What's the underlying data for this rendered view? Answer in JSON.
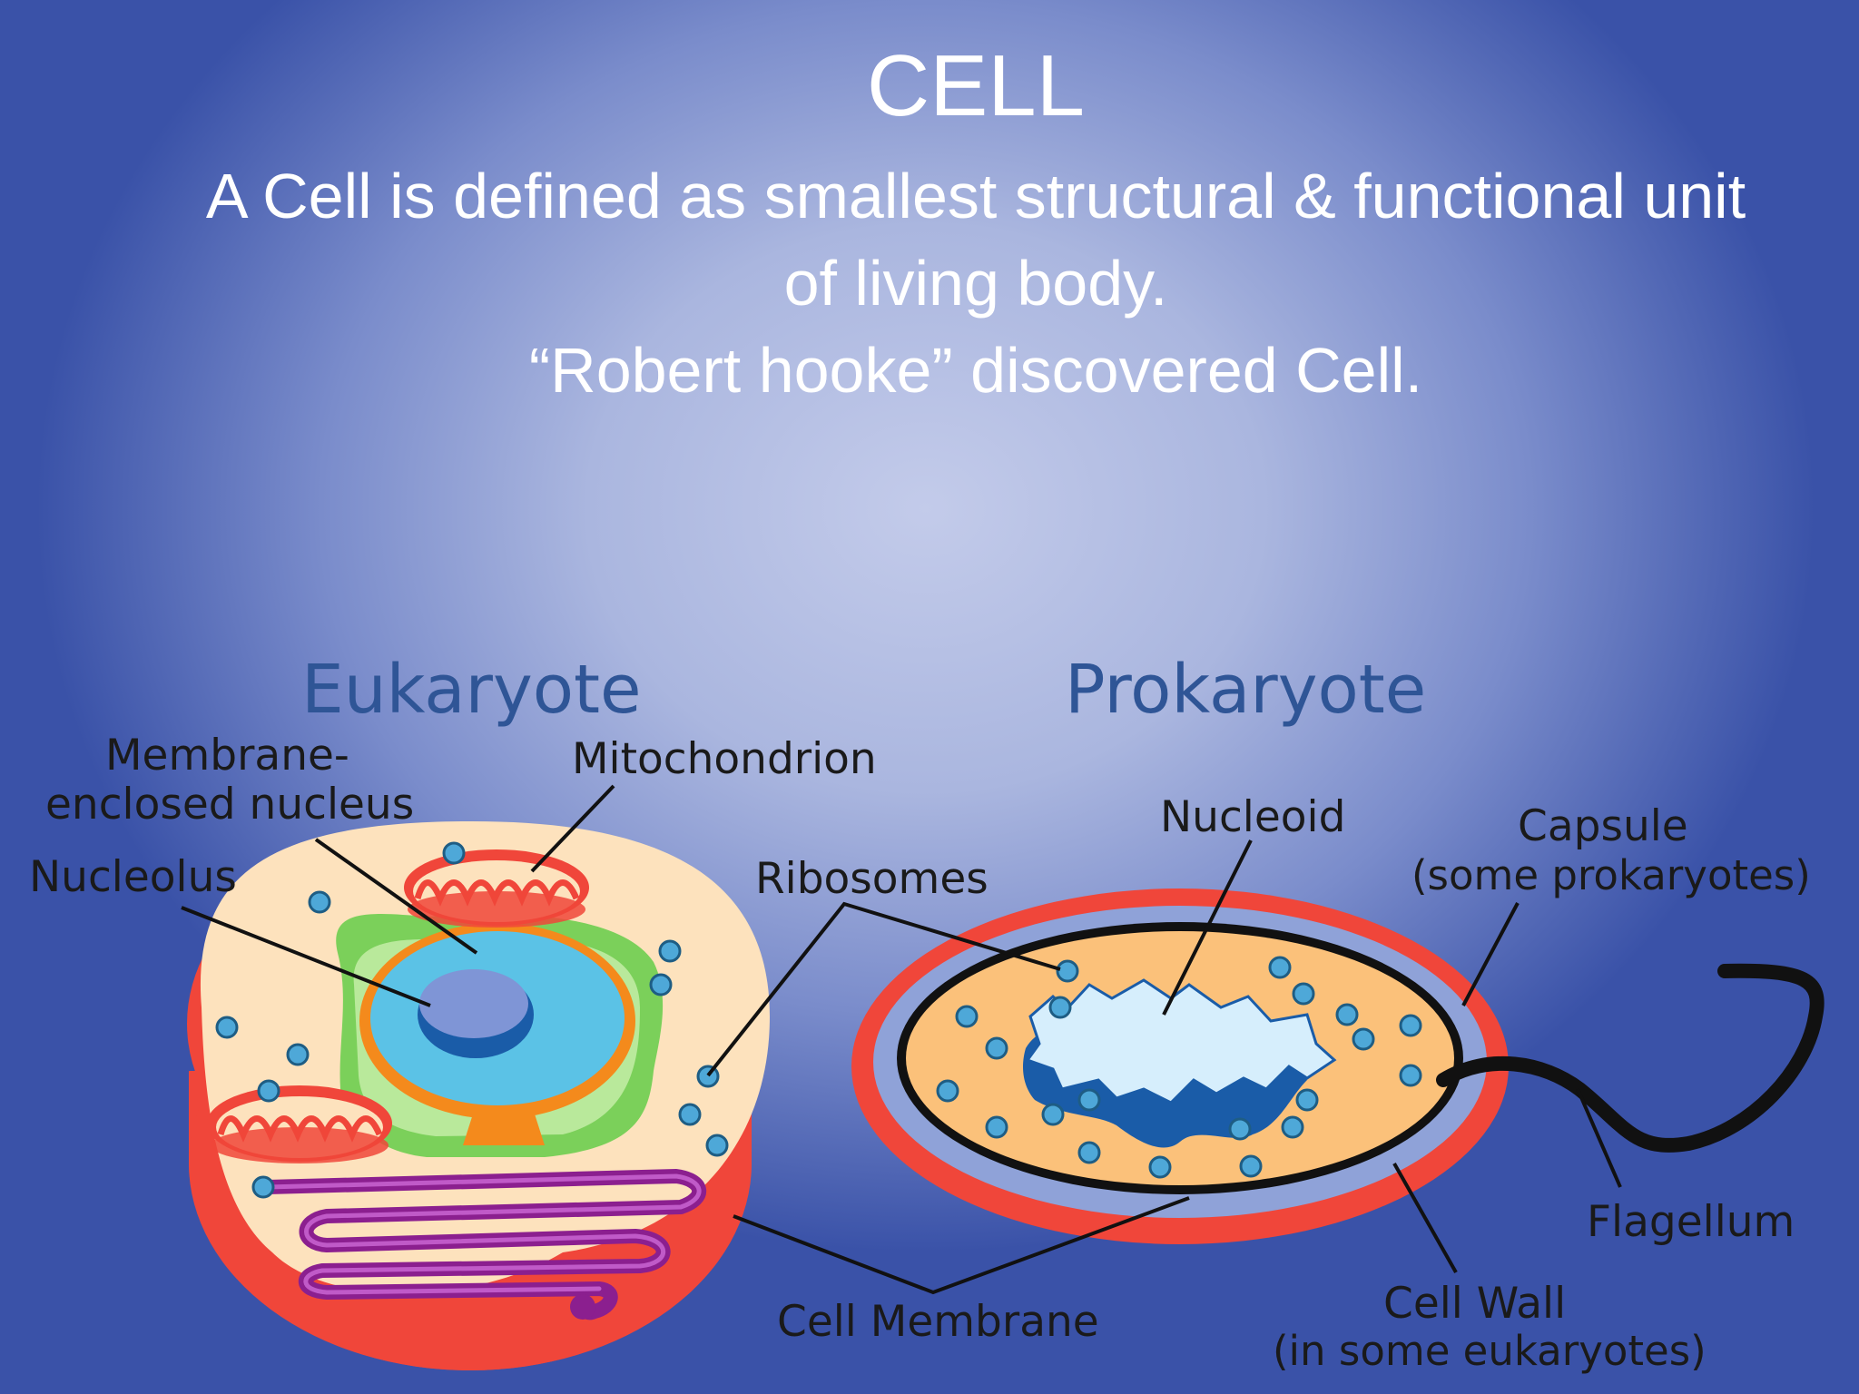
{
  "slide": {
    "title": "CELL",
    "subtitle_lines": [
      "A Cell is defined as smallest  structural & functional unit",
      "of living body.",
      "“Robert hooke” discovered Cell."
    ]
  },
  "diagram": {
    "eukaryote": {
      "heading": "Eukaryote",
      "labels": {
        "membrane_nucleus_line1": "Membrane-",
        "membrane_nucleus_line2": "enclosed nucleus",
        "nucleolus": "Nucleolus",
        "mitochondrion": "Mitochondrion"
      }
    },
    "prokaryote": {
      "heading": "Prokaryote",
      "labels": {
        "nucleoid": "Nucleoid",
        "capsule": "Capsule",
        "capsule_note": "(some prokaryotes)",
        "flagellum": "Flagellum",
        "cell_wall": "Cell Wall",
        "cell_wall_note": "(in some eukaryotes)"
      }
    },
    "shared_labels": {
      "ribosomes": "Ribosomes",
      "cell_membrane": "Cell Membrane"
    }
  },
  "colors": {
    "heading_blue": "#2f5596",
    "membrane_red": "#f0463a",
    "cytoplasm_cream": "#fde2bd",
    "nucleus_blue": "#5bc2e6",
    "nucleolus_blue": "#7f95d6",
    "er_green": "#7bd05a",
    "golgi_purple": "#8b1f8f",
    "prokaryote_cytoplasm": "#fbc17a",
    "capsule_blue": "#8fa2d8",
    "nucleoid_pale": "#d6eefc",
    "nucleoid_dark": "#1a5ca8",
    "ribosome_blue": "#4ea8d8"
  }
}
